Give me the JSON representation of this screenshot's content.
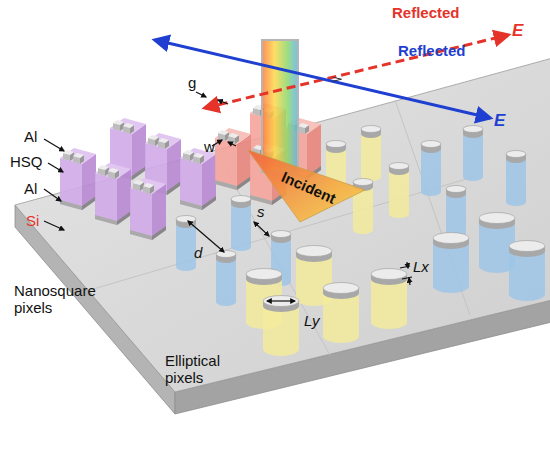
{
  "diagram": {
    "labels": [
      "Reflected",
      "E",
      "Reflected",
      "E",
      "g",
      "Incident",
      "w",
      "Al",
      "HSQ",
      "Al",
      "Si",
      "s",
      "d",
      "Nanosquare pixels",
      "Lx",
      "Ly",
      "Elliptical pixels"
    ]
  }
}
